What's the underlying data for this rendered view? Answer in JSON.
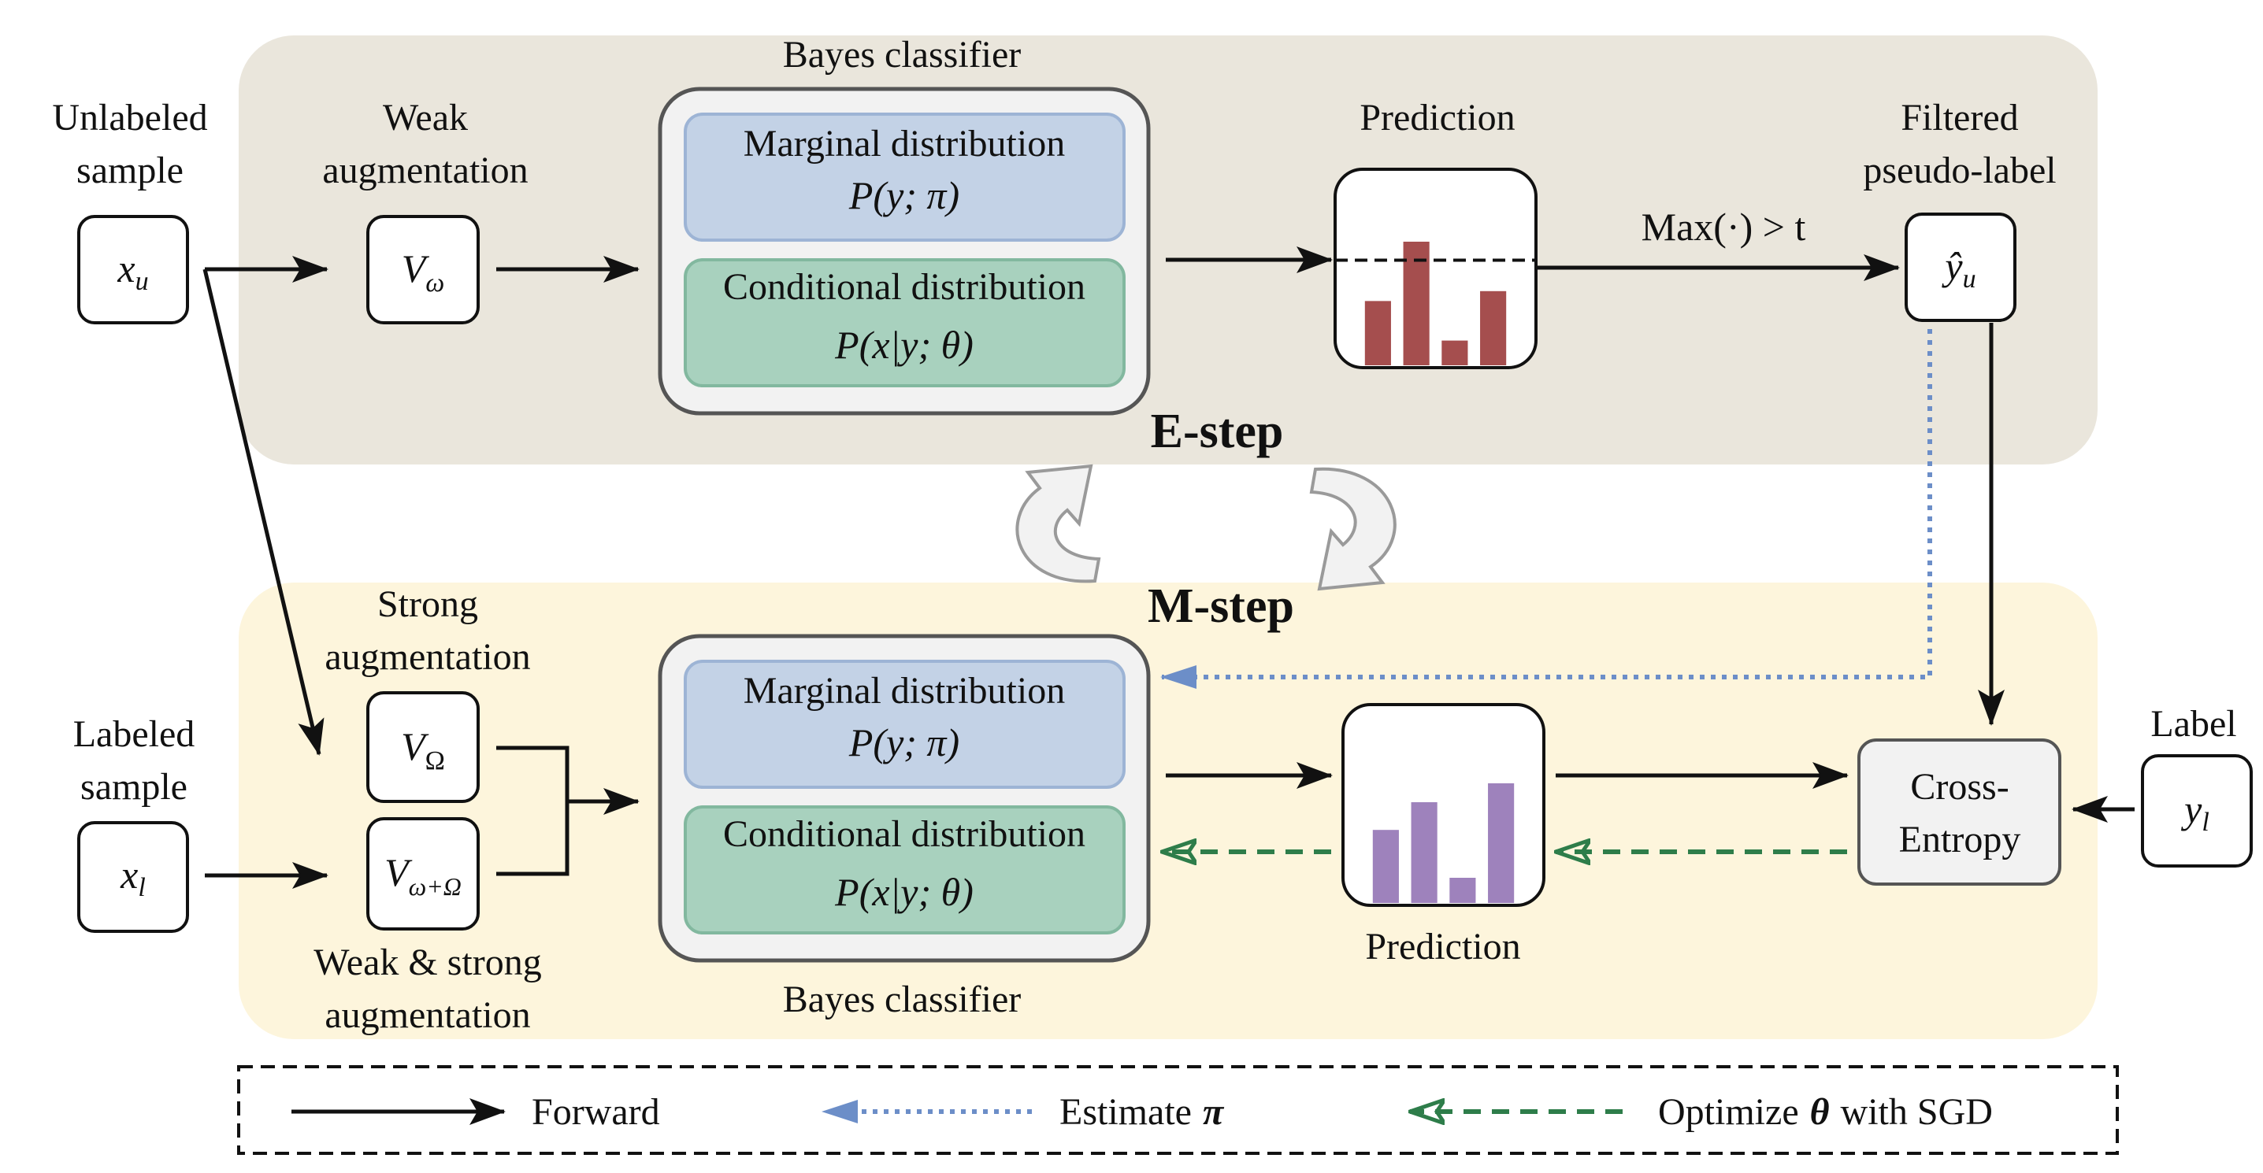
{
  "colors": {
    "estep_bg": "#EAE6DC",
    "mstep_bg": "#FDF5DC",
    "marginal_fill": "#C3D2E6",
    "marginal_stroke": "#9DB4D5",
    "conditional_fill": "#A8D1BE",
    "conditional_stroke": "#82B89F",
    "classifier_fill": "#F2F2F2",
    "estep_bars": "#A54E4E",
    "mstep_bars": "#9E82BC",
    "forward": "#111111",
    "estimate": "#6C8EC8",
    "optimize": "#2E7D4A",
    "cycle_fill": "#F2F2F2",
    "cycle_stroke": "#999999"
  },
  "estep": {
    "title": "E-step",
    "input_label": [
      "Unlabeled",
      "sample"
    ],
    "input_symbol": "x_u",
    "aug_label": [
      "Weak",
      "augmentation"
    ],
    "aug_symbol": "V_ω",
    "classifier_title": "Bayes classifier",
    "marginal_title": "Marginal distribution",
    "marginal_formula": "P(y; π)",
    "conditional_title": "Conditional distribution",
    "conditional_formula": "P(x|y; θ)",
    "prediction_label": "Prediction",
    "prediction_values": [
      0.52,
      1.0,
      0.2,
      0.6
    ],
    "threshold": 0.85,
    "threshold_label": "Max(·) > t",
    "output_label": [
      "Filtered",
      "pseudo-label"
    ],
    "output_symbol": "ŷ_u"
  },
  "mstep": {
    "title": "M-step",
    "strong_aug_label": [
      "Strong",
      "augmentation"
    ],
    "strong_aug_symbol": "V_Ω",
    "input_label": [
      "Labeled",
      "sample"
    ],
    "input_symbol": "x_l",
    "ws_aug_symbol": "V_ω+Ω",
    "ws_aug_label": [
      "Weak & strong",
      "augmentation"
    ],
    "classifier_title": "Bayes classifier",
    "marginal_title": "Marginal distribution",
    "marginal_formula": "P(y; π)",
    "conditional_title": "Conditional distribution",
    "conditional_formula": "P(x|y; θ)",
    "prediction_label": "Prediction",
    "prediction_values": [
      0.58,
      0.8,
      0.2,
      0.95
    ],
    "loss_label": [
      "Cross-",
      "Entropy"
    ],
    "label_title": "Label",
    "label_symbol": "y_l"
  },
  "legend": {
    "forward": "Forward",
    "estimate_prefix": "Estimate",
    "estimate_symbol": "π",
    "optimize_prefix": "Optimize",
    "optimize_symbol": "θ",
    "optimize_suffix": "with SGD"
  }
}
